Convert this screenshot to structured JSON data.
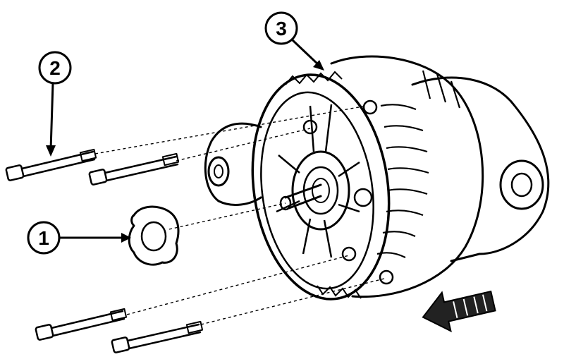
{
  "diagram": {
    "callouts": [
      {
        "id": "1",
        "label": "1"
      },
      {
        "id": "2",
        "label": "2"
      },
      {
        "id": "3",
        "label": "3"
      }
    ],
    "parts": {
      "gasket": "gasket",
      "bolt": "bolt",
      "alternator": "alternator"
    },
    "direction_arrow": "removal-direction"
  }
}
